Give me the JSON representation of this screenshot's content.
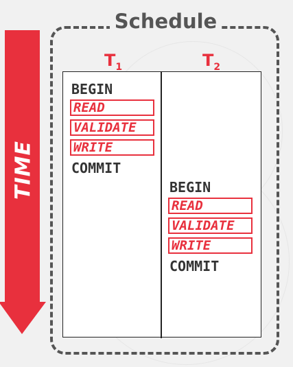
{
  "diagram": {
    "time_label": "TIME",
    "title": "Schedule",
    "transactions": [
      {
        "name": "T",
        "subscript": "1",
        "ops": {
          "begin": "BEGIN",
          "read": "READ",
          "validate": "VALIDATE",
          "write": "WRITE",
          "commit": "COMMIT"
        }
      },
      {
        "name": "T",
        "subscript": "2",
        "ops": {
          "begin": "BEGIN",
          "read": "READ",
          "validate": "VALIDATE",
          "write": "WRITE",
          "commit": "COMMIT"
        }
      }
    ]
  },
  "colors": {
    "accent_red": "#e8303d",
    "outline_gray": "#555555",
    "text_dark": "#333333",
    "background": "#f1f1f1"
  }
}
